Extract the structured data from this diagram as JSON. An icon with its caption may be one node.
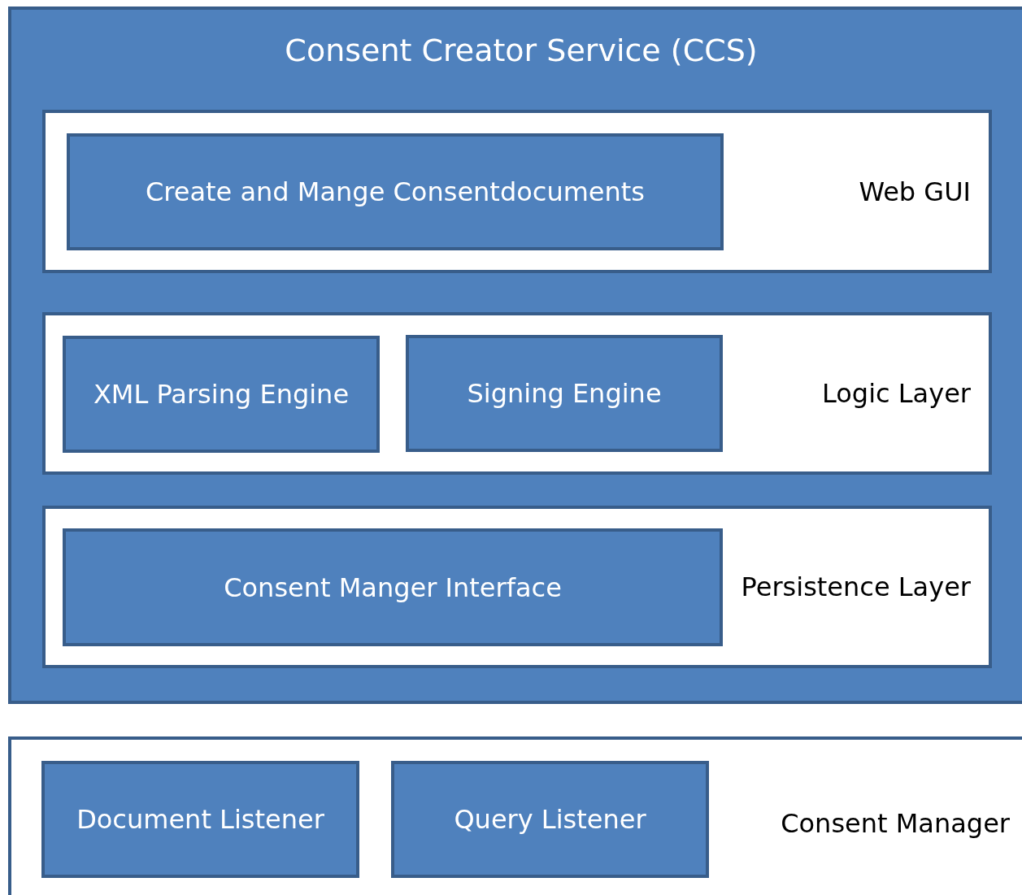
{
  "diagram": {
    "nodes": [
      {
        "text": [
          "Consent Creator Service (CCS)"
        ]
      },
      {
        "text": [
          "Web GUI"
        ],
        "in": 0
      },
      {
        "text": [
          "Create and Mange Consentdocuments"
        ],
        "in": 1
      },
      {
        "text": [
          "Logic Layer"
        ],
        "in": 0
      },
      {
        "text": [
          "XML Parsing Engine"
        ],
        "in": 3
      },
      {
        "text": [
          "Signing Engine"
        ],
        "in": 3
      },
      {
        "text": [
          "Persistence Layer"
        ],
        "in": 0
      },
      {
        "text": [
          "Consent Manger Interface"
        ],
        "in": 6
      },
      {
        "text": [
          "Consent Manager"
        ]
      },
      {
        "text": [
          "Document Listener"
        ],
        "in": 8
      },
      {
        "text": [
          "Query Listener"
        ],
        "in": 8
      }
    ],
    "edges": []
  }
}
